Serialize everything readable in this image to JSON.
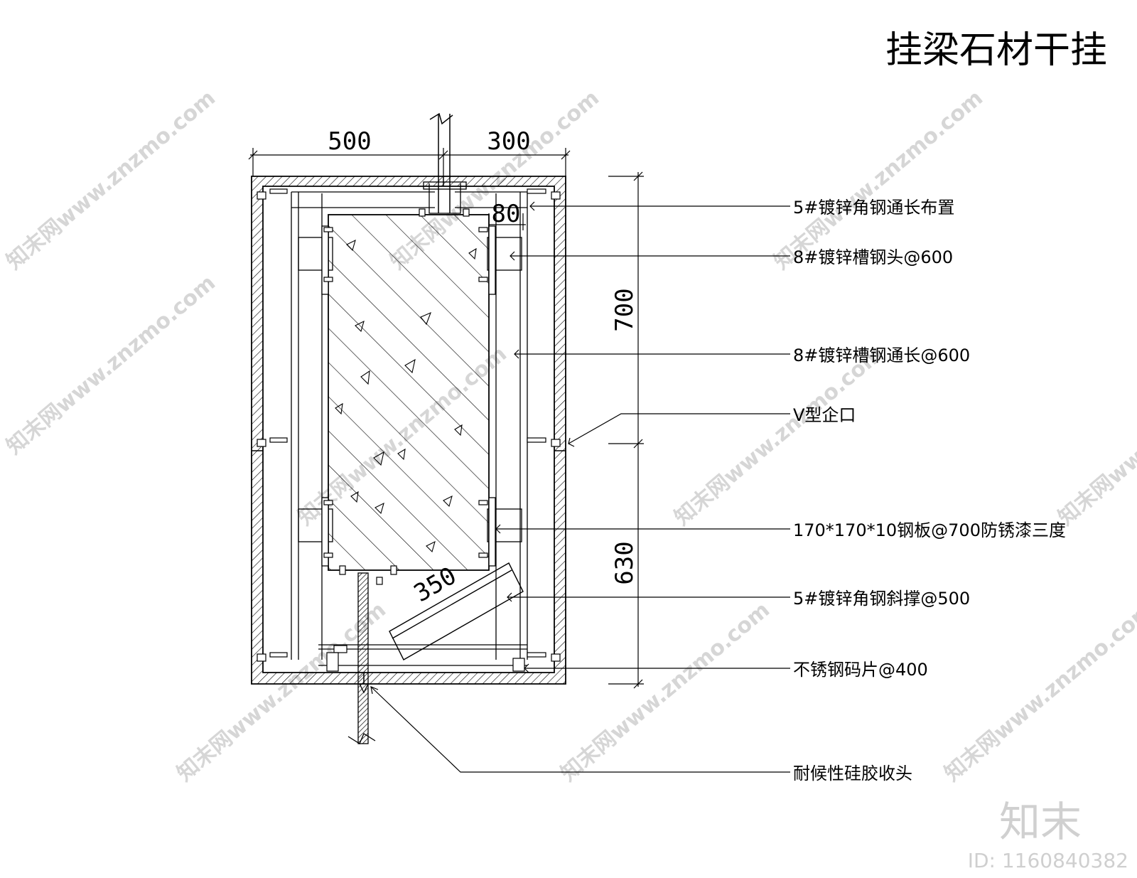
{
  "title": "挂梁石材干挂",
  "dimensions": {
    "d500": "500",
    "d300": "300",
    "d80": "80",
    "d700": "700",
    "d630": "630",
    "d350": "350"
  },
  "callouts": [
    "5#镀锌角钢通长布置",
    "8#镀锌槽钢头@600",
    "8#镀锌槽钢通长@600",
    "V型企口",
    "170*170*10钢板@700防锈漆三度",
    "5#镀锌角钢斜撑@500",
    "不锈钢码片@400",
    "耐候性硅胶收头"
  ],
  "watermark": {
    "site": "知末网www.znzmo.com",
    "brand": "知末",
    "id": "ID: 1160840382"
  }
}
